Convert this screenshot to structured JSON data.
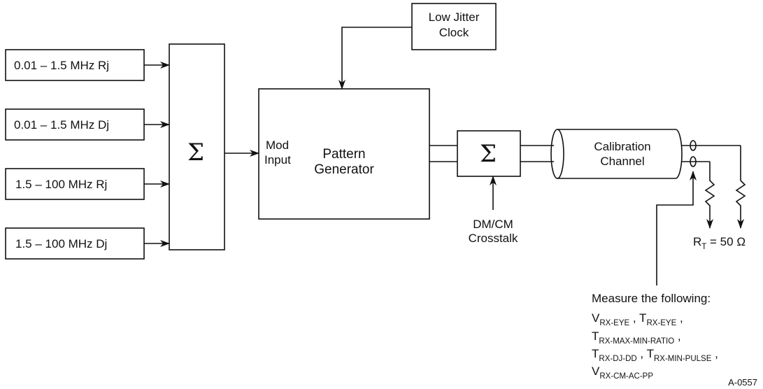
{
  "inputs": [
    {
      "label": "0.01 – 1.5 MHz Rj"
    },
    {
      "label": "0.01 – 1.5 MHz Dj"
    },
    {
      "label": "1.5 – 100 MHz Rj"
    },
    {
      "label": "1.5 – 100 MHz Dj"
    }
  ],
  "summer1": {
    "symbol": "Σ"
  },
  "clock": {
    "line1": "Low Jitter",
    "line2": "Clock"
  },
  "pattern_generator": {
    "mod_line1": "Mod",
    "mod_line2": "Input",
    "line1": "Pattern",
    "line2": "Generator"
  },
  "summer2": {
    "symbol": "Σ"
  },
  "crosstalk": {
    "line1": "DM/CM",
    "line2": "Crosstalk"
  },
  "channel": {
    "line1": "Calibration",
    "line2": "Channel"
  },
  "termination": {
    "r": "R",
    "sub": "T",
    "value": " = 50 Ω"
  },
  "measure": {
    "heading": "Measure the following:",
    "items": [
      {
        "sym": "V",
        "sub": "RX-EYE",
        "sep": " , "
      },
      {
        "sym": "T",
        "sub": "RX-EYE",
        "sep": " ,"
      },
      {
        "sym": "T",
        "sub": "RX-MAX-MIN-RATIO",
        "sep": "  ,"
      },
      {
        "sym": "T",
        "sub": "RX-DJ-DD",
        "sep": " , "
      },
      {
        "sym": "T",
        "sub": "RX-MIN-PULSE",
        "sep": " ,"
      },
      {
        "sym": "V",
        "sub": "RX-CM-AC-PP",
        "sep": ""
      }
    ]
  },
  "figure_id": "A-0557"
}
